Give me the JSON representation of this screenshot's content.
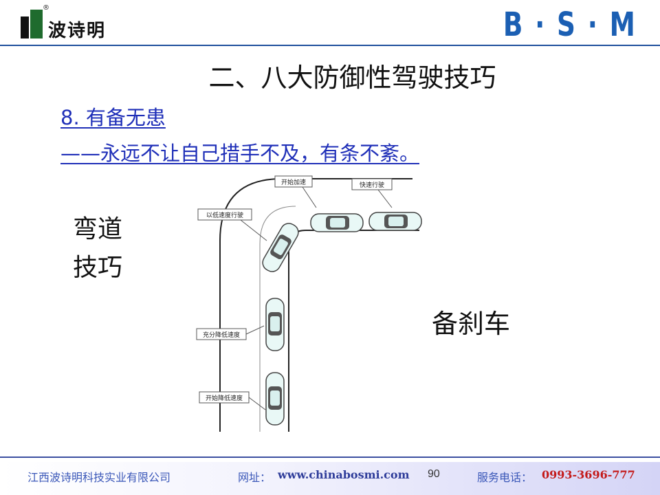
{
  "header": {
    "logo_text": "波诗明",
    "logo_reg": "®",
    "brand": "B · S · M"
  },
  "title": "二、八大防御性驾驶技巧",
  "subheads": {
    "line1": "8. 有备无患",
    "line2": "——永远不让自己措手不及，有条不紊。"
  },
  "side_label": {
    "line1": "弯道",
    "line2": "技巧"
  },
  "brake_label": "备刹车",
  "diagram": {
    "labels": {
      "accelerate": "开始加速",
      "fast": "快速行驶",
      "low_speed": "以低速度行驶",
      "reduce_speed": "充分降低速度",
      "start_reduce": "开始降低速度"
    }
  },
  "footer": {
    "company": "江西波诗明科技实业有限公司",
    "web_label": "网址：",
    "web": "www.chinabosmi.com",
    "page": "90",
    "phone_label": "服务电话：",
    "phone": "0993-3696-777"
  },
  "colors": {
    "brand_blue": "#1b5fb3",
    "subhead_blue": "#1f2fb8",
    "logo_green": "#1f6b2e",
    "phone_red": "#c41a1a"
  }
}
